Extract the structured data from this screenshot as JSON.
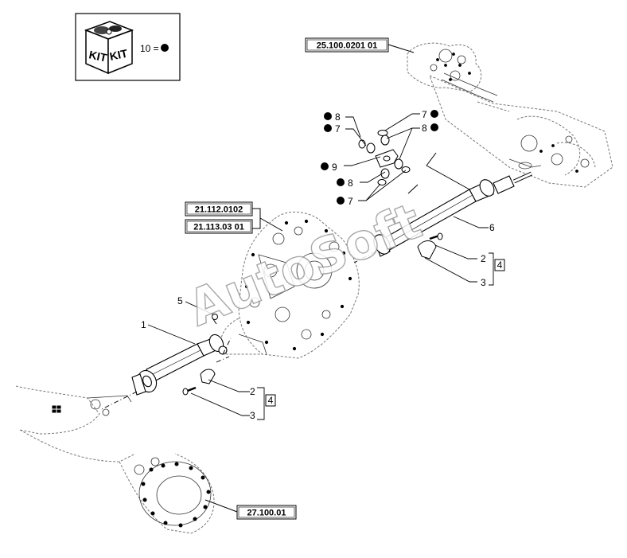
{
  "kit_box": {
    "kit_word_left": "KIT",
    "kit_word_right": "KIT",
    "legend_label": "10 ="
  },
  "refs": [
    {
      "id": "ref-25-100",
      "text": "25.100.0201 01"
    },
    {
      "id": "ref-21-112",
      "text": "21.112.0102"
    },
    {
      "id": "ref-21-113",
      "text": "21.113.03 01"
    },
    {
      "id": "ref-27-100",
      "text": "27.100.01"
    }
  ],
  "callouts": {
    "c1": "1",
    "c2a": "2",
    "c3a": "3",
    "c4a": "4",
    "c2b": "2",
    "c3b": "3",
    "c4b": "4",
    "c5": "5",
    "c6": "6",
    "k8a": "8",
    "k7a": "7",
    "k9": "9",
    "k8b": "8",
    "k7b": "7",
    "k7c": "7",
    "k8c": "8"
  },
  "watermark": "AutoSoft"
}
